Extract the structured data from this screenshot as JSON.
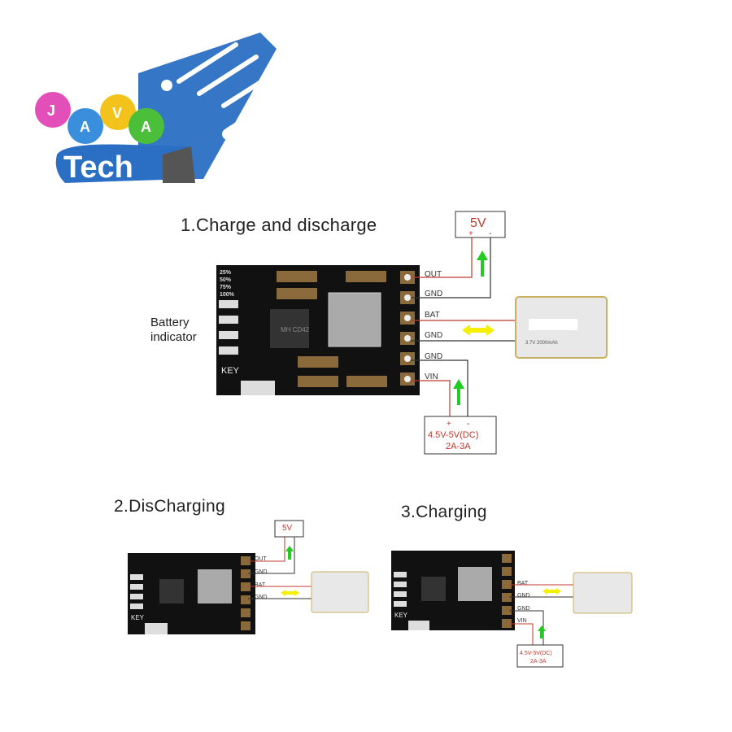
{
  "logo": {
    "letters": [
      "J",
      "A",
      "V",
      "A"
    ],
    "word": "Tech",
    "colors": {
      "j": "#e34fb8",
      "a1": "#3a8fdc",
      "v": "#f3c21b",
      "a2": "#4cbf3a",
      "brand": "#2b6fc4"
    }
  },
  "sections": [
    {
      "title": "1.Charge and discharge"
    },
    {
      "title": "2.DisCharging"
    },
    {
      "title": "3.Charging"
    }
  ],
  "board": {
    "percent_labels": [
      "25%",
      "50%",
      "75%",
      "100%"
    ],
    "key_label": "KEY",
    "chip_label": "MH CD42",
    "side_label_line1": "Battery",
    "side_label_line2": "indicator"
  },
  "pins": [
    "OUT",
    "GND",
    "BAT",
    "GND",
    "GND",
    "VIN"
  ],
  "output_supply": {
    "voltage": "5V",
    "plus": "+",
    "minus": "-"
  },
  "input_supply": {
    "plus": "+",
    "minus": "-",
    "voltage": "4.5V-5V(DC)",
    "current": "2A-3A"
  },
  "battery": {
    "spec": "3.7V 2000mAh"
  },
  "colors": {
    "wire_red": "#c0392b",
    "wire_black": "#333333",
    "arrow_green": "#22cc22",
    "arrow_yellow": "#f5f000",
    "pcb": "#111111",
    "pad": "#8a6a3a"
  }
}
